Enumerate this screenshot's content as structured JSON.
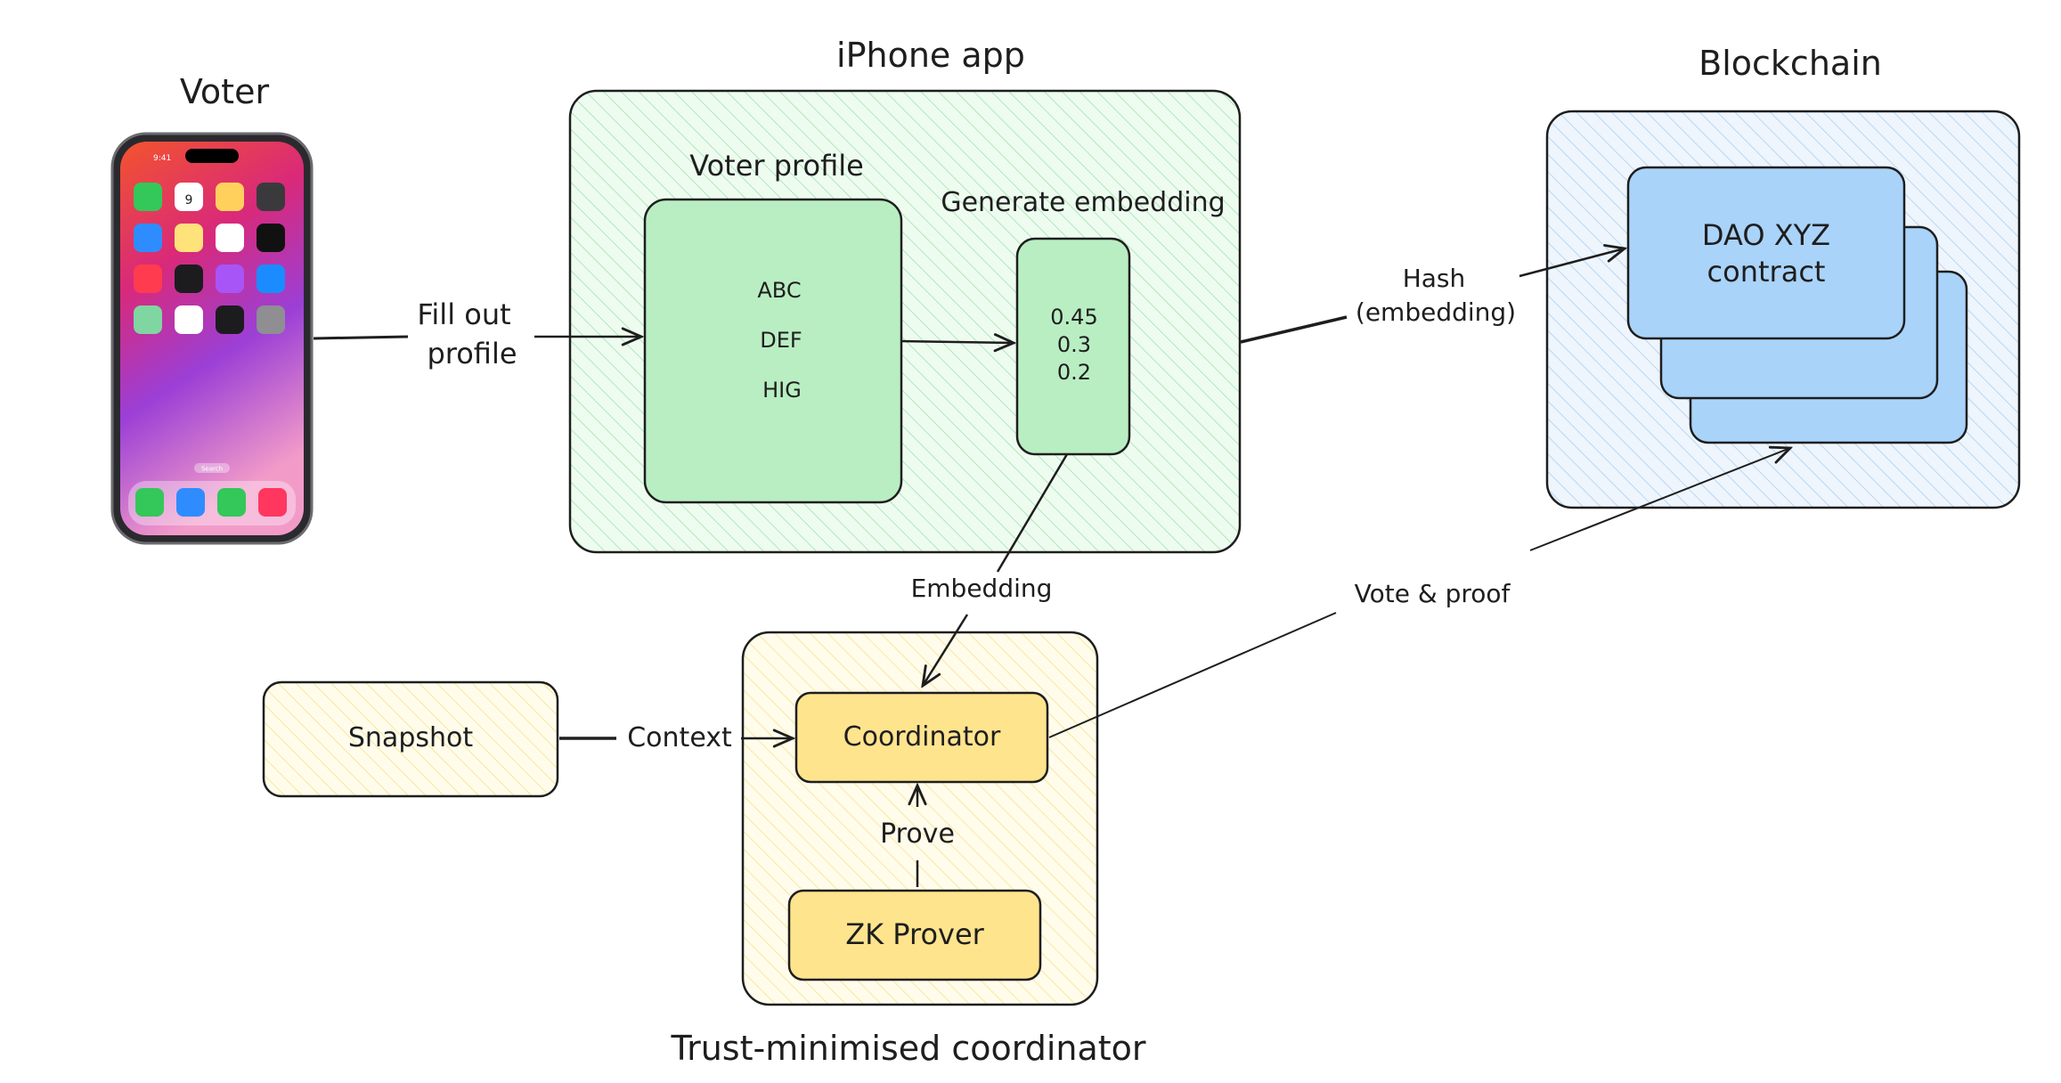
{
  "colors": {
    "stroke": "#1e1e1e",
    "green_fill": "#d3f9d8",
    "green_box": "#b2f2bb",
    "blue_fill": "#dbe9f8",
    "blue_box": "#a5d8ff",
    "yellow_fill": "#fff9db",
    "yellow_box": "#ffec99"
  },
  "labels": {
    "voter_title": "Voter",
    "iphone_app_title": "iPhone app",
    "blockchain_title": "Blockchain",
    "voter_profile_title": "Voter profile",
    "generate_embedding_title": "Generate embedding",
    "fill_out_line1": "Fill out",
    "fill_out_line2": "profile",
    "hash_line1": "Hash",
    "hash_line2": "(embedding)",
    "embedding": "Embedding",
    "vote_proof": "Vote & proof",
    "context": "Context",
    "prove": "Prove",
    "coordinator_title": "Trust-minimised coordinator"
  },
  "profile_items": [
    "ABC",
    "DEF",
    "HIG"
  ],
  "embedding_values": [
    "0.45",
    "0.3",
    "0.2"
  ],
  "dao_contract": {
    "line1": "DAO XYZ",
    "line2": "contract"
  },
  "coordinator": "Coordinator",
  "zk_prover": "ZK Prover",
  "snapshot": "Snapshot",
  "phone": {
    "status_time": "9:41",
    "calendar_day": "9",
    "search_label": "Search",
    "app_grid_icons": [
      "facetime-icon",
      "calendar-icon",
      "photos-icon",
      "camera-icon",
      "mail-icon",
      "notes-icon",
      "reminders-icon",
      "clock-icon",
      "news-icon",
      "tv-icon",
      "podcasts-icon",
      "appstore-icon",
      "maps-icon",
      "health-icon",
      "wallet-icon",
      "settings-icon"
    ],
    "dock_icons": [
      "phone-icon",
      "safari-icon",
      "messages-icon",
      "music-icon"
    ]
  }
}
